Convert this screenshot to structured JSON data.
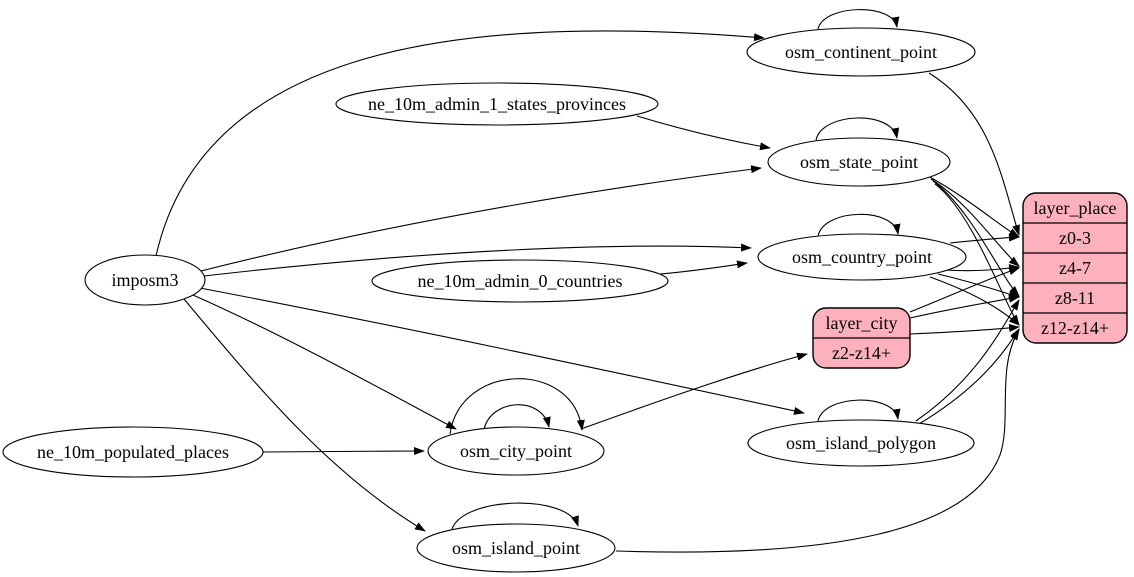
{
  "diagram": {
    "background": "#ffffff",
    "node_fill": "#ffffff",
    "edge_color": "#000000",
    "record_fill": "#fcb1bc",
    "text_color": "#000000",
    "nodes": [
      {
        "id": "imposm3",
        "label": "imposm3"
      },
      {
        "id": "ne_10m_admin_1_states_provinces",
        "label": "ne_10m_admin_1_states_provinces"
      },
      {
        "id": "ne_10m_admin_0_countries",
        "label": "ne_10m_admin_0_countries"
      },
      {
        "id": "ne_10m_populated_places",
        "label": "ne_10m_populated_places"
      },
      {
        "id": "osm_continent_point",
        "label": "osm_continent_point"
      },
      {
        "id": "osm_state_point",
        "label": "osm_state_point"
      },
      {
        "id": "osm_country_point",
        "label": "osm_country_point"
      },
      {
        "id": "osm_city_point",
        "label": "osm_city_point"
      },
      {
        "id": "osm_island_polygon",
        "label": "osm_island_polygon"
      },
      {
        "id": "osm_island_point",
        "label": "osm_island_point"
      }
    ],
    "records": [
      {
        "id": "layer_city",
        "title": "layer_city",
        "rows": [
          "z2-z14+"
        ]
      },
      {
        "id": "layer_place",
        "title": "layer_place",
        "rows": [
          "z0-3",
          "z4-7",
          "z8-11",
          "z12-z14+"
        ]
      }
    ],
    "edges": [
      {
        "from": "imposm3",
        "to": "osm_continent_point"
      },
      {
        "from": "imposm3",
        "to": "osm_state_point"
      },
      {
        "from": "imposm3",
        "to": "osm_country_point"
      },
      {
        "from": "imposm3",
        "to": "osm_city_point"
      },
      {
        "from": "imposm3",
        "to": "osm_island_polygon"
      },
      {
        "from": "imposm3",
        "to": "osm_island_point"
      },
      {
        "from": "ne_10m_admin_1_states_provinces",
        "to": "osm_state_point"
      },
      {
        "from": "ne_10m_admin_0_countries",
        "to": "osm_country_point"
      },
      {
        "from": "ne_10m_populated_places",
        "to": "osm_city_point"
      },
      {
        "from": "osm_city_point",
        "to": "layer_city.z2-z14+"
      },
      {
        "from": "osm_continent_point",
        "to": "layer_place.z0-3"
      },
      {
        "from": "osm_state_point",
        "to": "layer_place.z0-3"
      },
      {
        "from": "osm_state_point",
        "to": "layer_place.z4-7"
      },
      {
        "from": "osm_state_point",
        "to": "layer_place.z8-11"
      },
      {
        "from": "osm_state_point",
        "to": "layer_place.z12-z14+"
      },
      {
        "from": "osm_country_point",
        "to": "layer_place.z0-3"
      },
      {
        "from": "osm_country_point",
        "to": "layer_place.z4-7"
      },
      {
        "from": "osm_country_point",
        "to": "layer_place.z8-11"
      },
      {
        "from": "osm_country_point",
        "to": "layer_place.z12-z14+"
      },
      {
        "from": "layer_city",
        "to": "layer_place.z4-7"
      },
      {
        "from": "layer_city",
        "to": "layer_place.z8-11"
      },
      {
        "from": "layer_city",
        "to": "layer_place.z12-z14+"
      },
      {
        "from": "osm_island_polygon",
        "to": "layer_place.z8-11"
      },
      {
        "from": "osm_island_polygon",
        "to": "layer_place.z12-z14+"
      },
      {
        "from": "osm_island_point",
        "to": "layer_place.z12-z14+"
      },
      {
        "from": "osm_continent_point",
        "to": "osm_continent_point"
      },
      {
        "from": "osm_state_point",
        "to": "osm_state_point"
      },
      {
        "from": "osm_country_point",
        "to": "osm_country_point"
      },
      {
        "from": "osm_city_point",
        "to": "osm_city_point"
      },
      {
        "from": "osm_city_point",
        "to": "osm_city_point"
      },
      {
        "from": "osm_island_polygon",
        "to": "osm_island_polygon"
      },
      {
        "from": "osm_island_point",
        "to": "osm_island_point"
      }
    ]
  }
}
